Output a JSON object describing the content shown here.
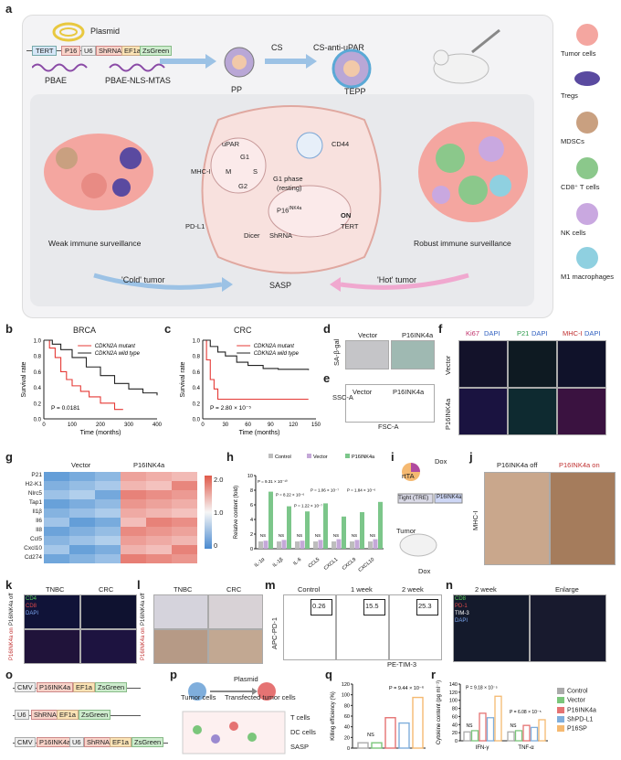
{
  "panels": {
    "a": "a",
    "b": "b",
    "c": "c",
    "d": "d",
    "e": "e",
    "f": "f",
    "g": "g",
    "h": "h",
    "i": "i",
    "j": "j",
    "k": "k",
    "l": "l",
    "m": "m",
    "n": "n",
    "o": "o",
    "p": "p",
    "q": "q",
    "r": "r"
  },
  "a": {
    "plasmid": "Plasmid",
    "tert": "TERT",
    "p16": "P16",
    "u6": "U6",
    "shrna": "ShRNA",
    "ef1a": "EF1a",
    "zsgreen": "ZsGreen",
    "pbae": "PBAE",
    "pbae_nls": "PBAE-NLS-MTAS",
    "pp": "PP",
    "cs": "CS",
    "cs_anti": "CS-anti-uPAR",
    "tepp": "TEPP",
    "upar": "uPAR",
    "cd44": "CD44",
    "mhc": "MHC-I",
    "pdl1": "PD-L1",
    "g1": "G1",
    "s": "S",
    "g2": "G2",
    "m": "M",
    "g1phase": "G1 phase",
    "resting": "(resting)",
    "dicer": "Dicer",
    "p16ink": "P16",
    "ink": "INK4a",
    "on": "ON",
    "tert2": "TERT",
    "sasp": "SASP",
    "weak": "Weak immune surveillance",
    "robust": "Robust immune surveillance",
    "cold": "'Cold' tumor",
    "hot": "'Hot' tumor",
    "legend": [
      "Tumor cells",
      "Tregs",
      "MDSCs",
      "CD8⁺ T cells",
      "NK cells",
      "M1 macrophages"
    ]
  },
  "b": {
    "title": "BRCA",
    "mut": "CDKN2A mutant",
    "wt": "CDKN2A wild type",
    "p": "P = 0.0181",
    "ylabel": "Survival rate",
    "xlabel": "Time (months)",
    "xticks": [
      "0",
      "100",
      "200",
      "300",
      "400"
    ],
    "yticks": [
      "0.0",
      "0.2",
      "0.4",
      "0.6",
      "0.8",
      "1.0"
    ]
  },
  "c": {
    "title": "CRC",
    "mut": "CDKN2A mutant",
    "wt": "CDKN2A wild type",
    "p": "P = 2.80 × 10⁻⁵",
    "ylabel": "Survival rate",
    "xlabel": "Time (months)",
    "xticks": [
      "0",
      "30",
      "60",
      "90",
      "120",
      "150"
    ],
    "yticks": [
      "0.0",
      "0.2",
      "0.4",
      "0.6",
      "0.8",
      "1.0"
    ]
  },
  "d": {
    "vector": "Vector",
    "p16": "P16INK4a",
    "ylabel": "SA-β-gal"
  },
  "e": {
    "vector": "Vector",
    "p16": "P16INK4a",
    "y": "SSC-A",
    "x": "FSC-A"
  },
  "f": {
    "ki67": "Ki67",
    "dapi": "DAPI",
    "p21": "P21",
    "mhc": "MHC-I",
    "vector": "Vector",
    "p16": "P16INK4a"
  },
  "g": {
    "vector": "Vector",
    "p16": "P16INK4a",
    "genes": [
      "P21",
      "H2-K1",
      "Nlrc5",
      "Tap1",
      "Il1β",
      "Il6",
      "Il8",
      "Ccl5",
      "Cxcl10",
      "Cd274"
    ],
    "scale": [
      "2.0",
      "1.0",
      "0"
    ]
  },
  "h": {
    "legend": [
      "Control",
      "Vector",
      "P16INK4a"
    ],
    "ylabel": "Relative content (fold)",
    "cats": [
      "IL-1α",
      "IL-1β",
      "IL-6",
      "CCL5",
      "CXCL1",
      "CXCL9",
      "CXCL10"
    ],
    "pvals": [
      "P = 9.31 × 10⁻¹⁰",
      "P = 8.22 × 10⁻⁶",
      "P = 1.06 × 10⁻⁷",
      "P = 1.22 × 10⁻⁷",
      "P = 1.84 × 10⁻⁶"
    ],
    "ns": "NS",
    "yticks": [
      "0",
      "2",
      "4",
      "6",
      "8",
      "10"
    ]
  },
  "i": {
    "rtta": "rtTA",
    "dox": "Dox",
    "tight": "Tight (TRE)",
    "p16": "P16INK4a",
    "tumor": "Tumor",
    "dox2": "Dox"
  },
  "j": {
    "off": "P16INK4a off",
    "on": "P16INK4a on",
    "mhc": "MHC-I"
  },
  "k": {
    "tnbc": "TNBC",
    "crc": "CRC",
    "cd4": "CD4",
    "cd8": "CD8",
    "dapi": "DAPI",
    "off": "P16INK4a off",
    "on": "P16INK4a on"
  },
  "l": {
    "tnbc": "TNBC",
    "crc": "CRC",
    "off": "P16INK4a off",
    "on": "P16INK4a on"
  },
  "m": {
    "control": "Control",
    "w1": "1 week",
    "w2": "2 week",
    "v1": "0.26",
    "v2": "15.5",
    "v3": "25.3",
    "y": "APC-PD-1",
    "x": "PE-TIM-3"
  },
  "n": {
    "w2": "2 week",
    "enlarge": "Enlarge",
    "cd8": "CD8",
    "pd1": "PD-1",
    "tim3": "TIM-3",
    "dapi": "DAPI"
  },
  "o": {
    "cmv": "CMV",
    "p16": "P16INK4a",
    "ef1a": "EF1a",
    "zsgreen": "ZsGreen",
    "u6": "U6",
    "shrna": "ShRNA"
  },
  "p": {
    "plasmid": "Plasmid",
    "tumor": "Tumor cells",
    "trans": "Transfected tumor cells",
    "legend": [
      "T cells",
      "DC cells",
      "SASP"
    ]
  },
  "q": {
    "ylabel": "Killing efficiency (%)",
    "ns": "NS",
    "p": "P = 9.44 × 10⁻⁶",
    "yticks": [
      "0",
      "20",
      "40",
      "60",
      "80",
      "100",
      "120"
    ]
  },
  "r": {
    "ylabel": "Cytokine content (pg ml⁻¹)",
    "ns": "NS",
    "p1": "P = 9.18 × 10⁻⁵",
    "p2": "P = 6.08 × 10⁻⁵",
    "cats": [
      "IFN-γ",
      "TNF-α"
    ],
    "legend": [
      "Control",
      "Vector",
      "P16INK4a",
      "ShPD-L1",
      "P16SP"
    ],
    "yticks": [
      "0",
      "20",
      "40",
      "60",
      "80",
      "100",
      "120",
      "140"
    ]
  },
  "colors": {
    "control": "#aaaaaa",
    "vector": "#7bc67b",
    "p16": "#e57373",
    "shpdl1": "#7faedc",
    "p16sp": "#f5b971",
    "h_ctrl": "#bdbdbd",
    "h_vec": "#c4a8d8",
    "h_p16": "#7cc68a"
  },
  "chart_data": [
    {
      "type": "line",
      "panel": "b",
      "title": "BRCA",
      "xlabel": "Time (months)",
      "ylabel": "Survival rate",
      "xlim": [
        0,
        400
      ],
      "ylim": [
        0,
        1
      ],
      "series": [
        {
          "name": "CDKN2A mutant",
          "x": [
            0,
            20,
            40,
            60,
            80,
            100,
            130,
            160,
            200,
            250,
            280
          ],
          "y": [
            1,
            0.9,
            0.78,
            0.6,
            0.5,
            0.42,
            0.35,
            0.28,
            0.2,
            0.12,
            0.12
          ]
        },
        {
          "name": "CDKN2A wild type",
          "x": [
            0,
            30,
            60,
            100,
            150,
            200,
            250,
            300,
            350,
            400
          ],
          "y": [
            1,
            0.95,
            0.88,
            0.78,
            0.66,
            0.55,
            0.45,
            0.38,
            0.33,
            0.3
          ]
        }
      ]
    },
    {
      "type": "line",
      "panel": "c",
      "title": "CRC",
      "xlabel": "Time (months)",
      "ylabel": "Survival rate",
      "xlim": [
        0,
        150
      ],
      "ylim": [
        0,
        1
      ],
      "series": [
        {
          "name": "CDKN2A mutant",
          "x": [
            0,
            5,
            10,
            15,
            20,
            30,
            140
          ],
          "y": [
            1,
            0.75,
            0.5,
            0.38,
            0.25,
            0.25,
            0.25
          ]
        },
        {
          "name": "CDKN2A wild type",
          "x": [
            0,
            10,
            20,
            30,
            45,
            60,
            80,
            100,
            140
          ],
          "y": [
            1,
            0.92,
            0.85,
            0.8,
            0.72,
            0.68,
            0.64,
            0.63,
            0.62
          ]
        }
      ]
    },
    {
      "type": "bar",
      "panel": "h",
      "categories": [
        "IL-1α",
        "IL-1β",
        "IL-6",
        "CCL5",
        "CXCL1",
        "CXCL9",
        "CXCL10"
      ],
      "ylim": [
        0,
        10
      ],
      "series": [
        {
          "name": "Control",
          "values": [
            1,
            1,
            1,
            1,
            1,
            1,
            1
          ]
        },
        {
          "name": "Vector",
          "values": [
            1.1,
            1.2,
            1.1,
            1.2,
            1.3,
            1.2,
            1.3
          ]
        },
        {
          "name": "P16INK4a",
          "values": [
            7.8,
            5.8,
            5.1,
            6.2,
            4.4,
            5.0,
            6.4
          ]
        }
      ]
    },
    {
      "type": "bar",
      "panel": "q",
      "ylabel": "Killing efficiency (%)",
      "ylim": [
        0,
        120
      ],
      "series": [
        {
          "name": "Control",
          "values": [
            10
          ]
        },
        {
          "name": "Vector",
          "values": [
            10
          ]
        },
        {
          "name": "P16INK4a",
          "values": [
            57
          ]
        },
        {
          "name": "ShPD-L1",
          "values": [
            47
          ]
        },
        {
          "name": "P16SP",
          "values": [
            95
          ]
        }
      ]
    },
    {
      "type": "bar",
      "panel": "r",
      "categories": [
        "IFN-γ",
        "TNF-α"
      ],
      "ylim": [
        0,
        140
      ],
      "series": [
        {
          "name": "Control",
          "values": [
            22,
            22
          ]
        },
        {
          "name": "Vector",
          "values": [
            25,
            25
          ]
        },
        {
          "name": "P16INK4a",
          "values": [
            68,
            38
          ]
        },
        {
          "name": "ShPD-L1",
          "values": [
            57,
            33
          ]
        },
        {
          "name": "P16SP",
          "values": [
            110,
            52
          ]
        }
      ]
    }
  ]
}
